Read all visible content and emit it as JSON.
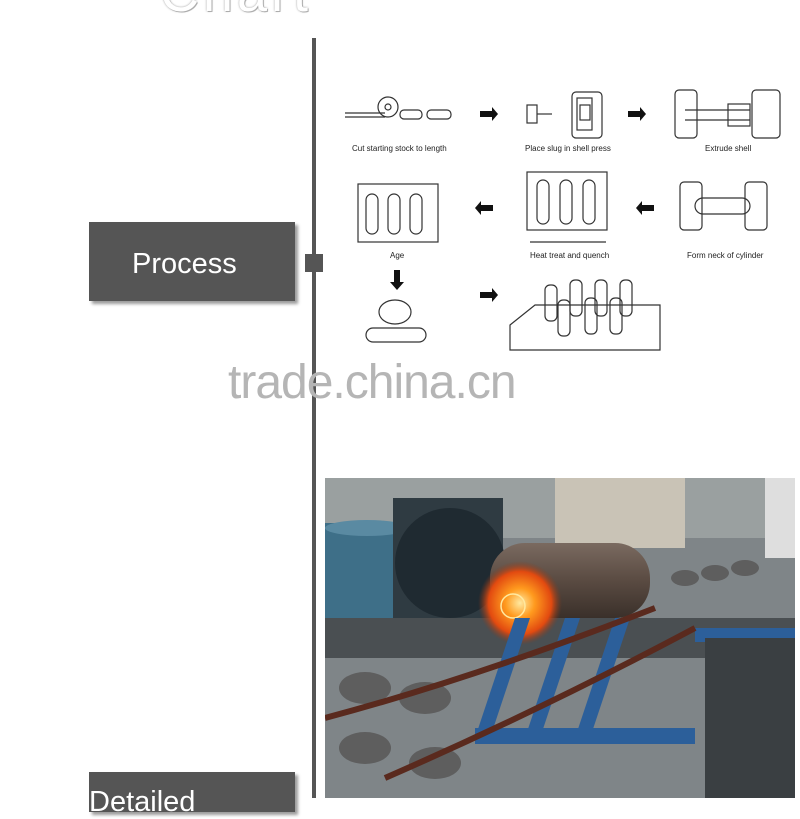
{
  "header": {
    "title": "Chart"
  },
  "tabs": {
    "process": "Process",
    "detail": "Detailed"
  },
  "diagram": {
    "steps": [
      "Cut starting stock to length",
      "Place slug in shell press",
      "Extrude shell",
      "Age",
      "Heat treat and quench",
      "Form neck of cylinder"
    ]
  },
  "watermark": "trade.china.cn",
  "photo": {
    "subject": "glowing-cylinder-on-conveyor"
  }
}
